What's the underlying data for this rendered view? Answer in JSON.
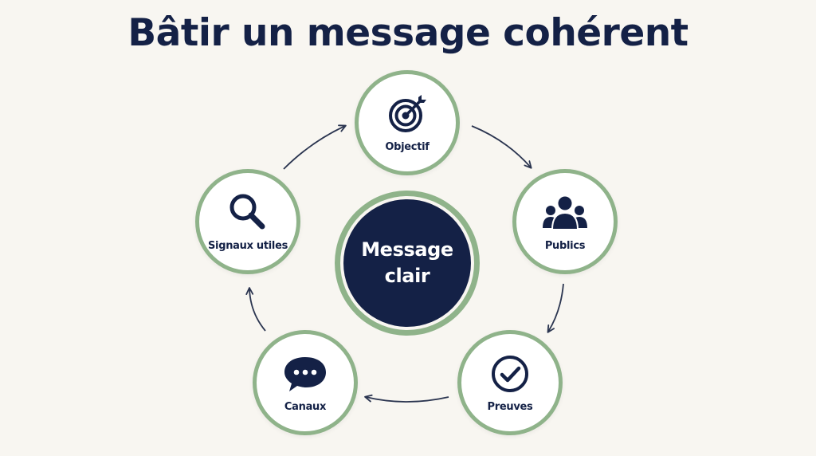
{
  "title": "Bâtir un message cohérent",
  "center": {
    "line1": "Message",
    "line2": "clair"
  },
  "nodes": {
    "objectif": {
      "label": "Objectif",
      "icon": "target-icon"
    },
    "publics": {
      "label": "Publics",
      "icon": "people-icon"
    },
    "preuves": {
      "label": "Preuves",
      "icon": "checkmark-circle-icon"
    },
    "canaux": {
      "label": "Canaux",
      "icon": "chat-bubble-icon"
    },
    "signaux": {
      "label": "Signaux utiles",
      "icon": "magnifier-icon"
    }
  },
  "colors": {
    "navy": "#142146",
    "sage": "#8fb38a",
    "background": "#f8f6f1"
  }
}
